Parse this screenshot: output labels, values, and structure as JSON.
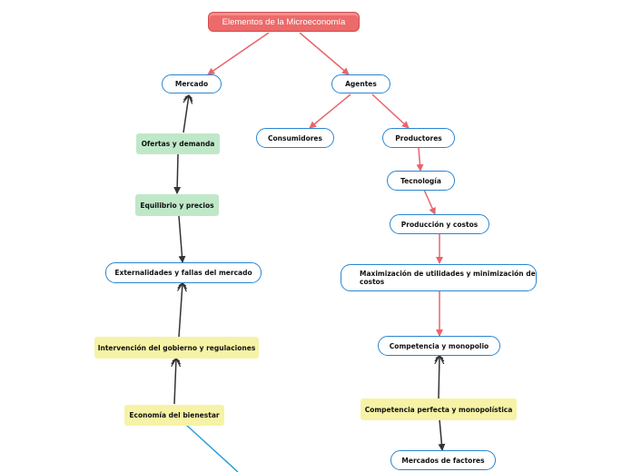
{
  "title": "Elementos de la Microeconomía",
  "nodes": {
    "mercado": "Mercado",
    "agentes": "Agentes",
    "consumidores": "Consumidores",
    "productores": "Productores",
    "ofertas": "Ofertas y demanda",
    "equilibrio": "Equilibrio y precios",
    "externalidades": "Externalidades y fallas del mercado",
    "intervencion": "Intervención del gobierno y regulaciones",
    "bienestar": "Economía del bienestar",
    "tecnologia": "Tecnología",
    "produccion": "Producción y costos",
    "maximizacion": "Maximización de utilidades y minimización de costos",
    "competencia": "Competencia y monopolio",
    "perfecta": "Competencia perfecta y monopolística",
    "factores": "Mercados de factores"
  },
  "colors": {
    "root_fill": "#ec6a6a",
    "outline_border": "#2a86d1",
    "red_arrow": "#e8646a",
    "dark_arrow": "#333333",
    "blue_line": "#2a9fd6",
    "green_fill": "#bfe8c9",
    "yellow_fill": "#f6f3a6"
  }
}
